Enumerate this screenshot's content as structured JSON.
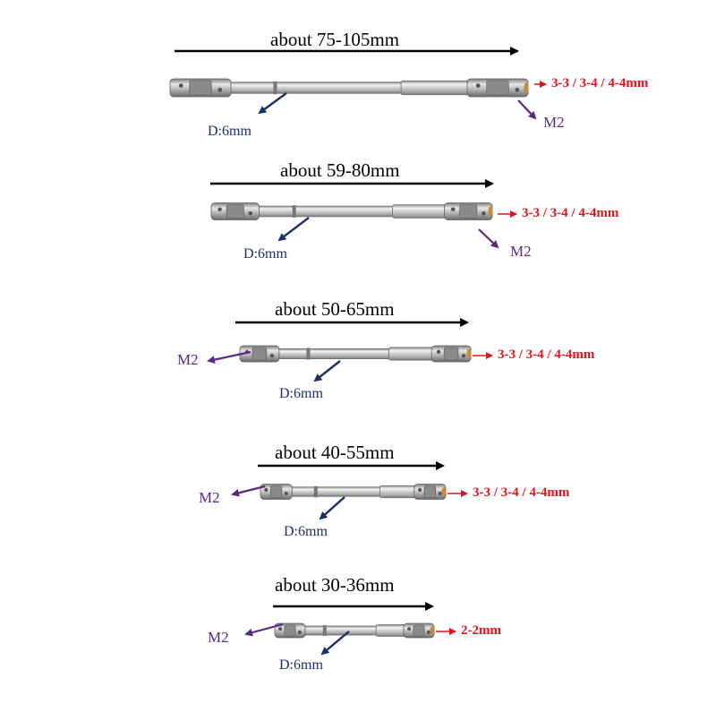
{
  "colors": {
    "length_arrow": "#000000",
    "socket": "#e0141e",
    "thread": "#5a2a82",
    "diameter": "#1c2f66",
    "metal": "#c9c9c9"
  },
  "shafts": [
    {
      "length": "about 75-105mm",
      "socket": "3-3 / 3-4 / 4-4mm",
      "thread": "M2",
      "diameter": "D:6mm"
    },
    {
      "length": "about 59-80mm",
      "socket": "3-3 / 3-4 / 4-4mm",
      "thread": "M2",
      "diameter": "D:6mm"
    },
    {
      "length": "about 50-65mm",
      "socket": "3-3 / 3-4 / 4-4mm",
      "thread": "M2",
      "diameter": "D:6mm"
    },
    {
      "length": "about 40-55mm",
      "socket": "3-3 / 3-4 / 4-4mm",
      "thread": "M2",
      "diameter": "D:6mm"
    },
    {
      "length": "about 30-36mm",
      "socket": "2-2mm",
      "thread": "M2",
      "diameter": "D:6mm"
    }
  ]
}
